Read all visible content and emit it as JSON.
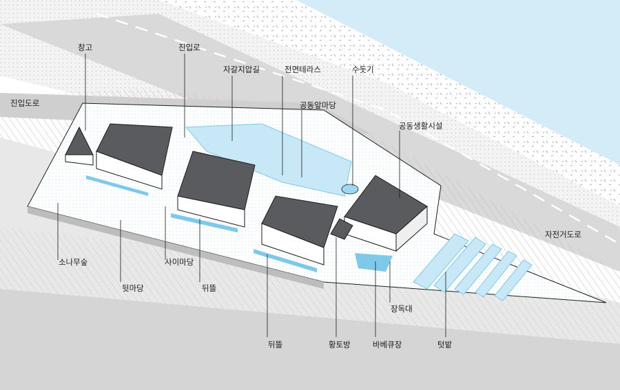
{
  "diagram": {
    "colors": {
      "water": "#c9e8f7",
      "accent_blue": "#7ec8ea",
      "road": "#d6d6d6",
      "ground": "#efefef",
      "roof": "#5a5b5e",
      "line": "#1a1a1a"
    },
    "labels": {
      "storage": "창고",
      "entry_path": "진입로",
      "gravel_path": "자갈지압길",
      "front_terrace": "전면테라스",
      "fountain": "수돗기",
      "entry_road": "진입도로",
      "common_front_yard": "공동앞마당",
      "common_living_facility": "공동생활시설",
      "bike_road": "자전거도로",
      "pine_forest": "소나무숲",
      "back_yard": "뒷마당",
      "side_yard": "사이마당",
      "back_garden_1": "뒤뜰",
      "back_garden_2": "뒤뜰",
      "clay_room": "황토방",
      "bbq_area": "바베큐장",
      "jar_platform": "장독대",
      "vegetable_garden": "텃밭"
    }
  }
}
